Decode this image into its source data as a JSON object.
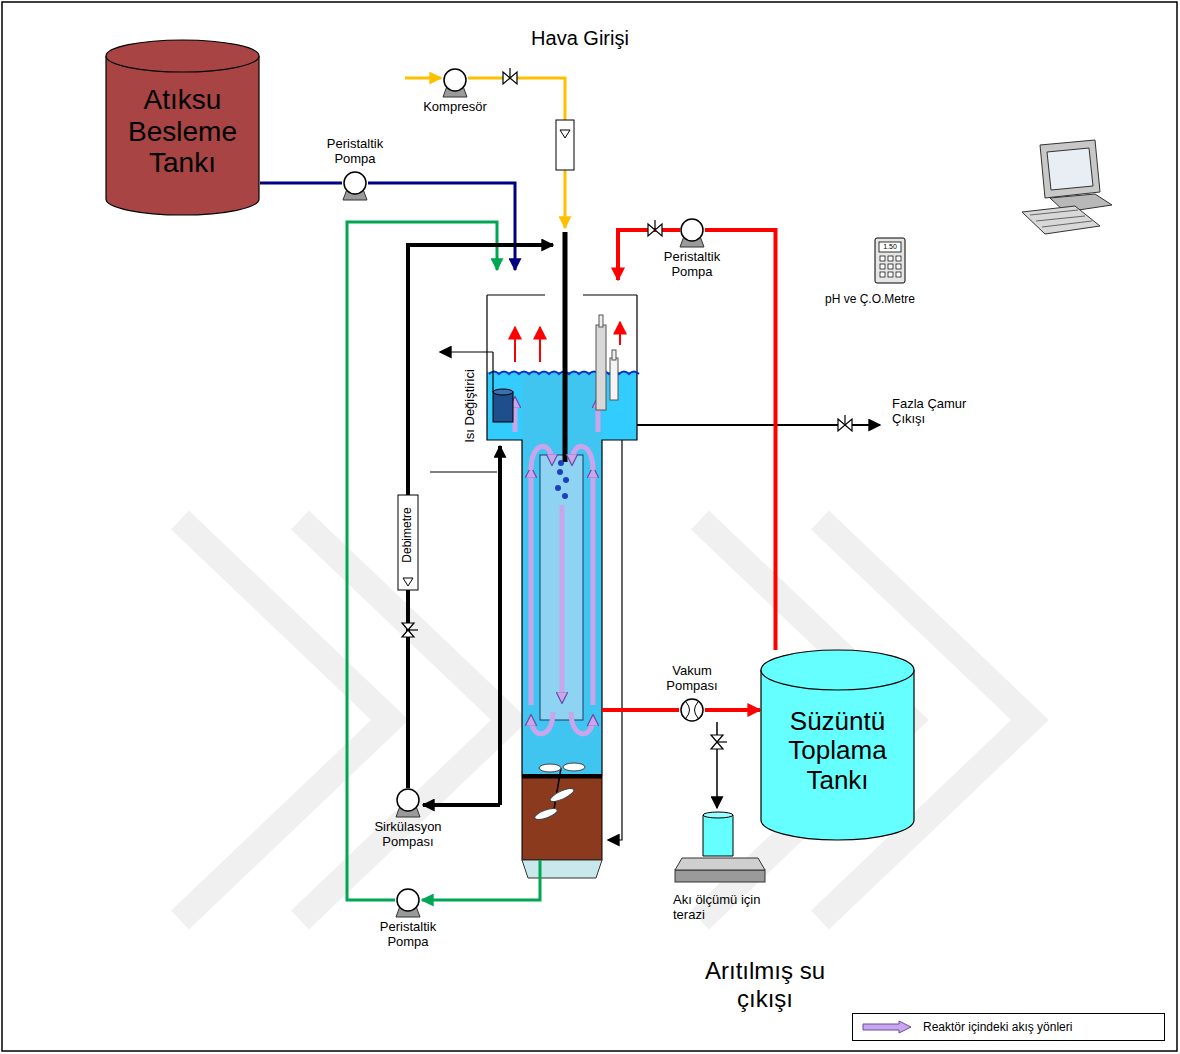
{
  "diagram": {
    "nodes": [
      {
        "text": [
          "Atıksu Besleme Tankı"
        ]
      },
      {
        "text": [
          "Kompresör"
        ]
      },
      {
        "text": [
          "Peristaltik Pompa"
        ]
      },
      {
        "text": [
          "Peristaltik Pompa"
        ]
      },
      {
        "text": [
          "Vakum Pompası"
        ]
      },
      {
        "text": [
          "Süzüntü Toplama Tankı"
        ]
      },
      {
        "text": [
          "Sirkülasyon Pompası"
        ]
      },
      {
        "text": [
          "Peristaltik Pompa"
        ]
      }
    ],
    "edges": [
      {
        "from": 0,
        "to": 2,
        "arrow": "none"
      },
      {
        "from": 4,
        "to": 5,
        "arrow": "to"
      },
      {
        "from": 5,
        "to": 3,
        "arrow": "none"
      }
    ],
    "labels": [
      "Hava Girişi",
      "1.50",
      "pH ve Ç.O.Metre",
      "Isı Değiştirici",
      "Fazla Çamur Çıkışı",
      "Debimetre",
      "Akı ölçümü için terazi",
      "Arıtılmış su çıkışı"
    ],
    "legend": [
      {
        "text": "Reaktör içindeki akış yönleri"
      }
    ]
  }
}
